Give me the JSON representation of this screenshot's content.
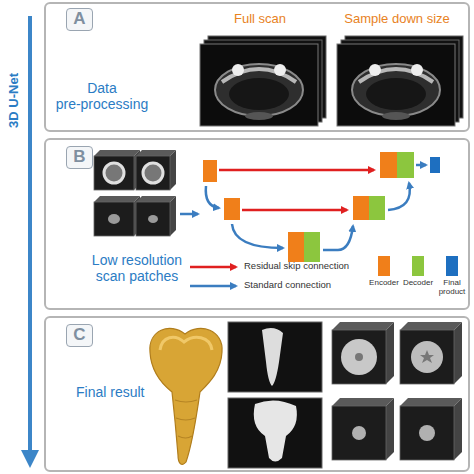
{
  "diagram": {
    "nodes": [
      {
        "text": [
          "Full scan",
          "Sample down size",
          "Data pre-processing"
        ]
      },
      {
        "text": [
          "A"
        ],
        "in": 0
      },
      {
        "text": [
          "Low resolution scan patches"
        ]
      },
      {
        "text": [
          "B"
        ],
        "in": 2
      },
      {
        "text": [
          "Final result"
        ]
      },
      {
        "text": [
          "C"
        ],
        "in": 4
      }
    ],
    "labels": [
      "3D U-Net"
    ],
    "legend": [
      {
        "text": "Residual skip connection"
      },
      {
        "text": "Standard connection"
      },
      {
        "text": "Encoder",
        "color": "#f07f1a"
      },
      {
        "text": "Decoder",
        "color": "#8cc63e"
      },
      {
        "text": "Final product",
        "color": "#1e6fc0"
      }
    ]
  }
}
